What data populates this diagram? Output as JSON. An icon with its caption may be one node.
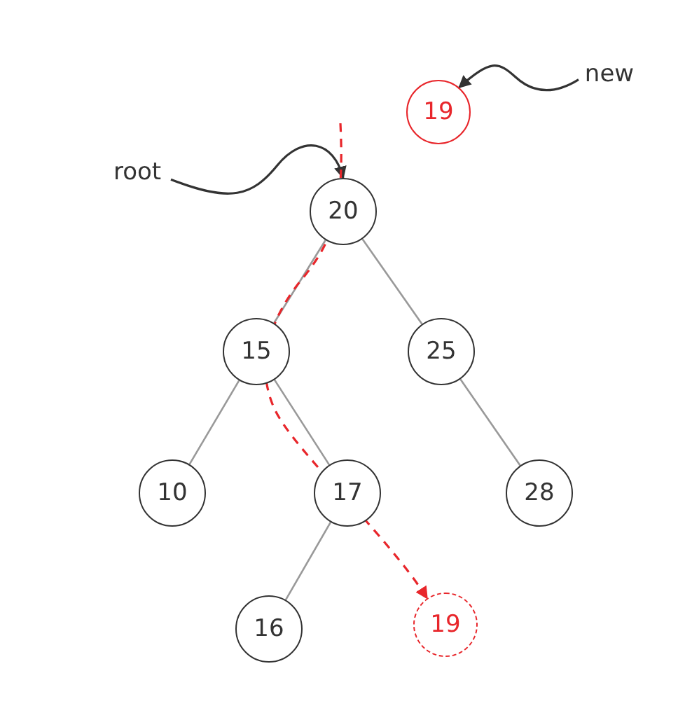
{
  "diagram": {
    "nodes": [
      {
        "text": [
          "new"
        ]
      },
      {
        "text": [
          "19"
        ]
      },
      {
        "text": [
          "root"
        ]
      },
      {
        "text": [
          "20"
        ]
      },
      {
        "text": [
          "15"
        ]
      },
      {
        "text": [
          "25"
        ]
      },
      {
        "text": [
          "10"
        ]
      },
      {
        "text": [
          "17"
        ]
      },
      {
        "text": [
          "28"
        ]
      },
      {
        "text": [
          "16"
        ]
      },
      {
        "text": [
          "19"
        ]
      }
    ],
    "edges": [
      {
        "from": 0,
        "to": 1,
        "arrow": "to",
        "color": "#333333"
      },
      {
        "from": 2,
        "to": 3,
        "arrow": "to",
        "color": "#333333"
      },
      {
        "from": 3,
        "to": 4,
        "arrow": "none"
      },
      {
        "from": 3,
        "to": 5,
        "arrow": "none"
      },
      {
        "from": 4,
        "to": 6,
        "arrow": "none"
      },
      {
        "from": 4,
        "to": 7,
        "arrow": "none"
      },
      {
        "from": 5,
        "to": 8,
        "arrow": "none"
      },
      {
        "from": 7,
        "to": 9,
        "arrow": "none"
      },
      {
        "from": null,
        "to": 10,
        "arrow": "to",
        "style": "dashed",
        "color": "#e8262b"
      }
    ]
  }
}
